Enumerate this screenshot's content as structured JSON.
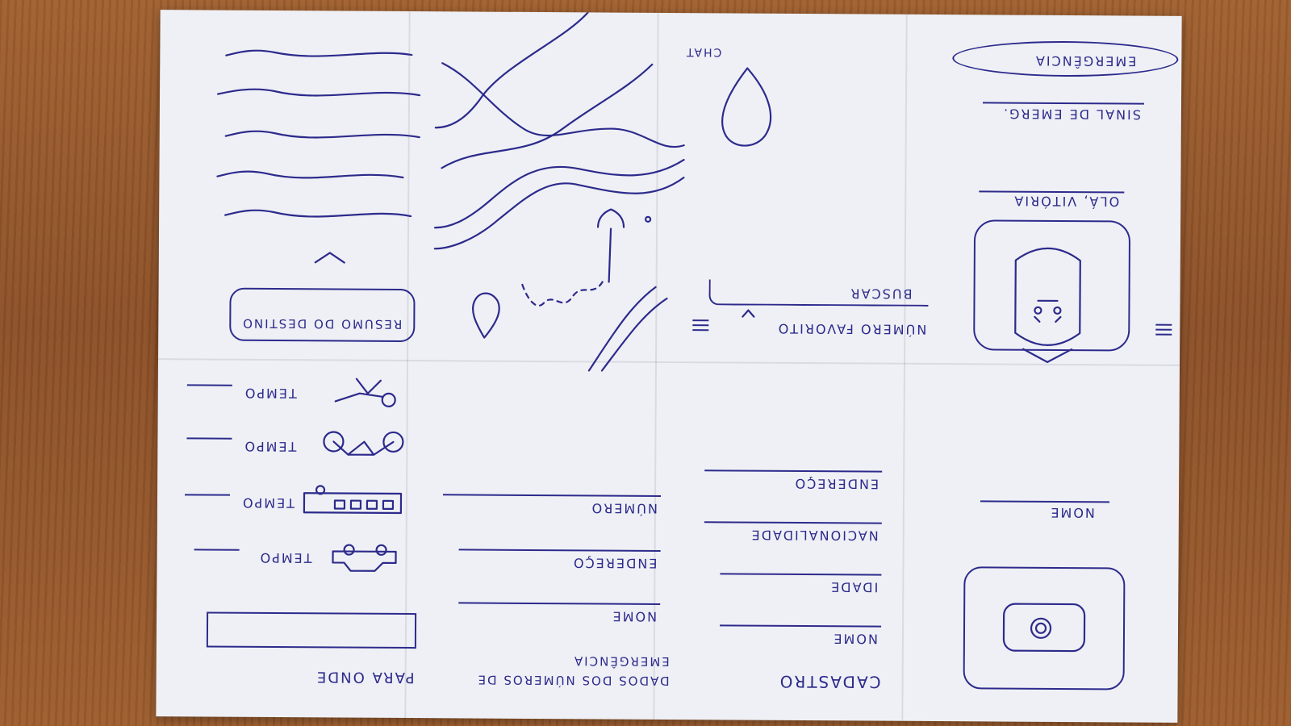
{
  "screen_signup": {
    "name_label": "NOME"
  },
  "screen_register": {
    "title": "CADASTRO",
    "fields": [
      "NOME",
      "IDADE",
      "NACIONALIDADE",
      "ENDEREÇO"
    ]
  },
  "screen_emergency_contacts": {
    "title": "DADOS DOS NÚMEROS DE EMERGÊNCIA",
    "fields": [
      "NOME",
      "ENDEREÇO",
      "NÚMERO"
    ]
  },
  "screen_destination": {
    "title": "PARA ONDE",
    "transport_options": [
      {
        "icon": "car-icon",
        "label": "TEMPO"
      },
      {
        "icon": "bus-icon",
        "label": "TEMPO"
      },
      {
        "icon": "bicycle-icon",
        "label": "TEMPO"
      },
      {
        "icon": "walking-icon",
        "label": "TEMPO"
      }
    ]
  },
  "screen_home": {
    "greeting": "OLÁ, VITÓRIA",
    "signal_label": "SINAL DE EMERG.",
    "emergency_button": "EMERGÊNCIA"
  },
  "screen_search": {
    "favorite_number": "NÚMERO FAVORITO",
    "search_label": "BUSCAR",
    "chat_label": "CHAT"
  },
  "screen_summary": {
    "summary_button": "RESUMO DO DESTINO"
  }
}
